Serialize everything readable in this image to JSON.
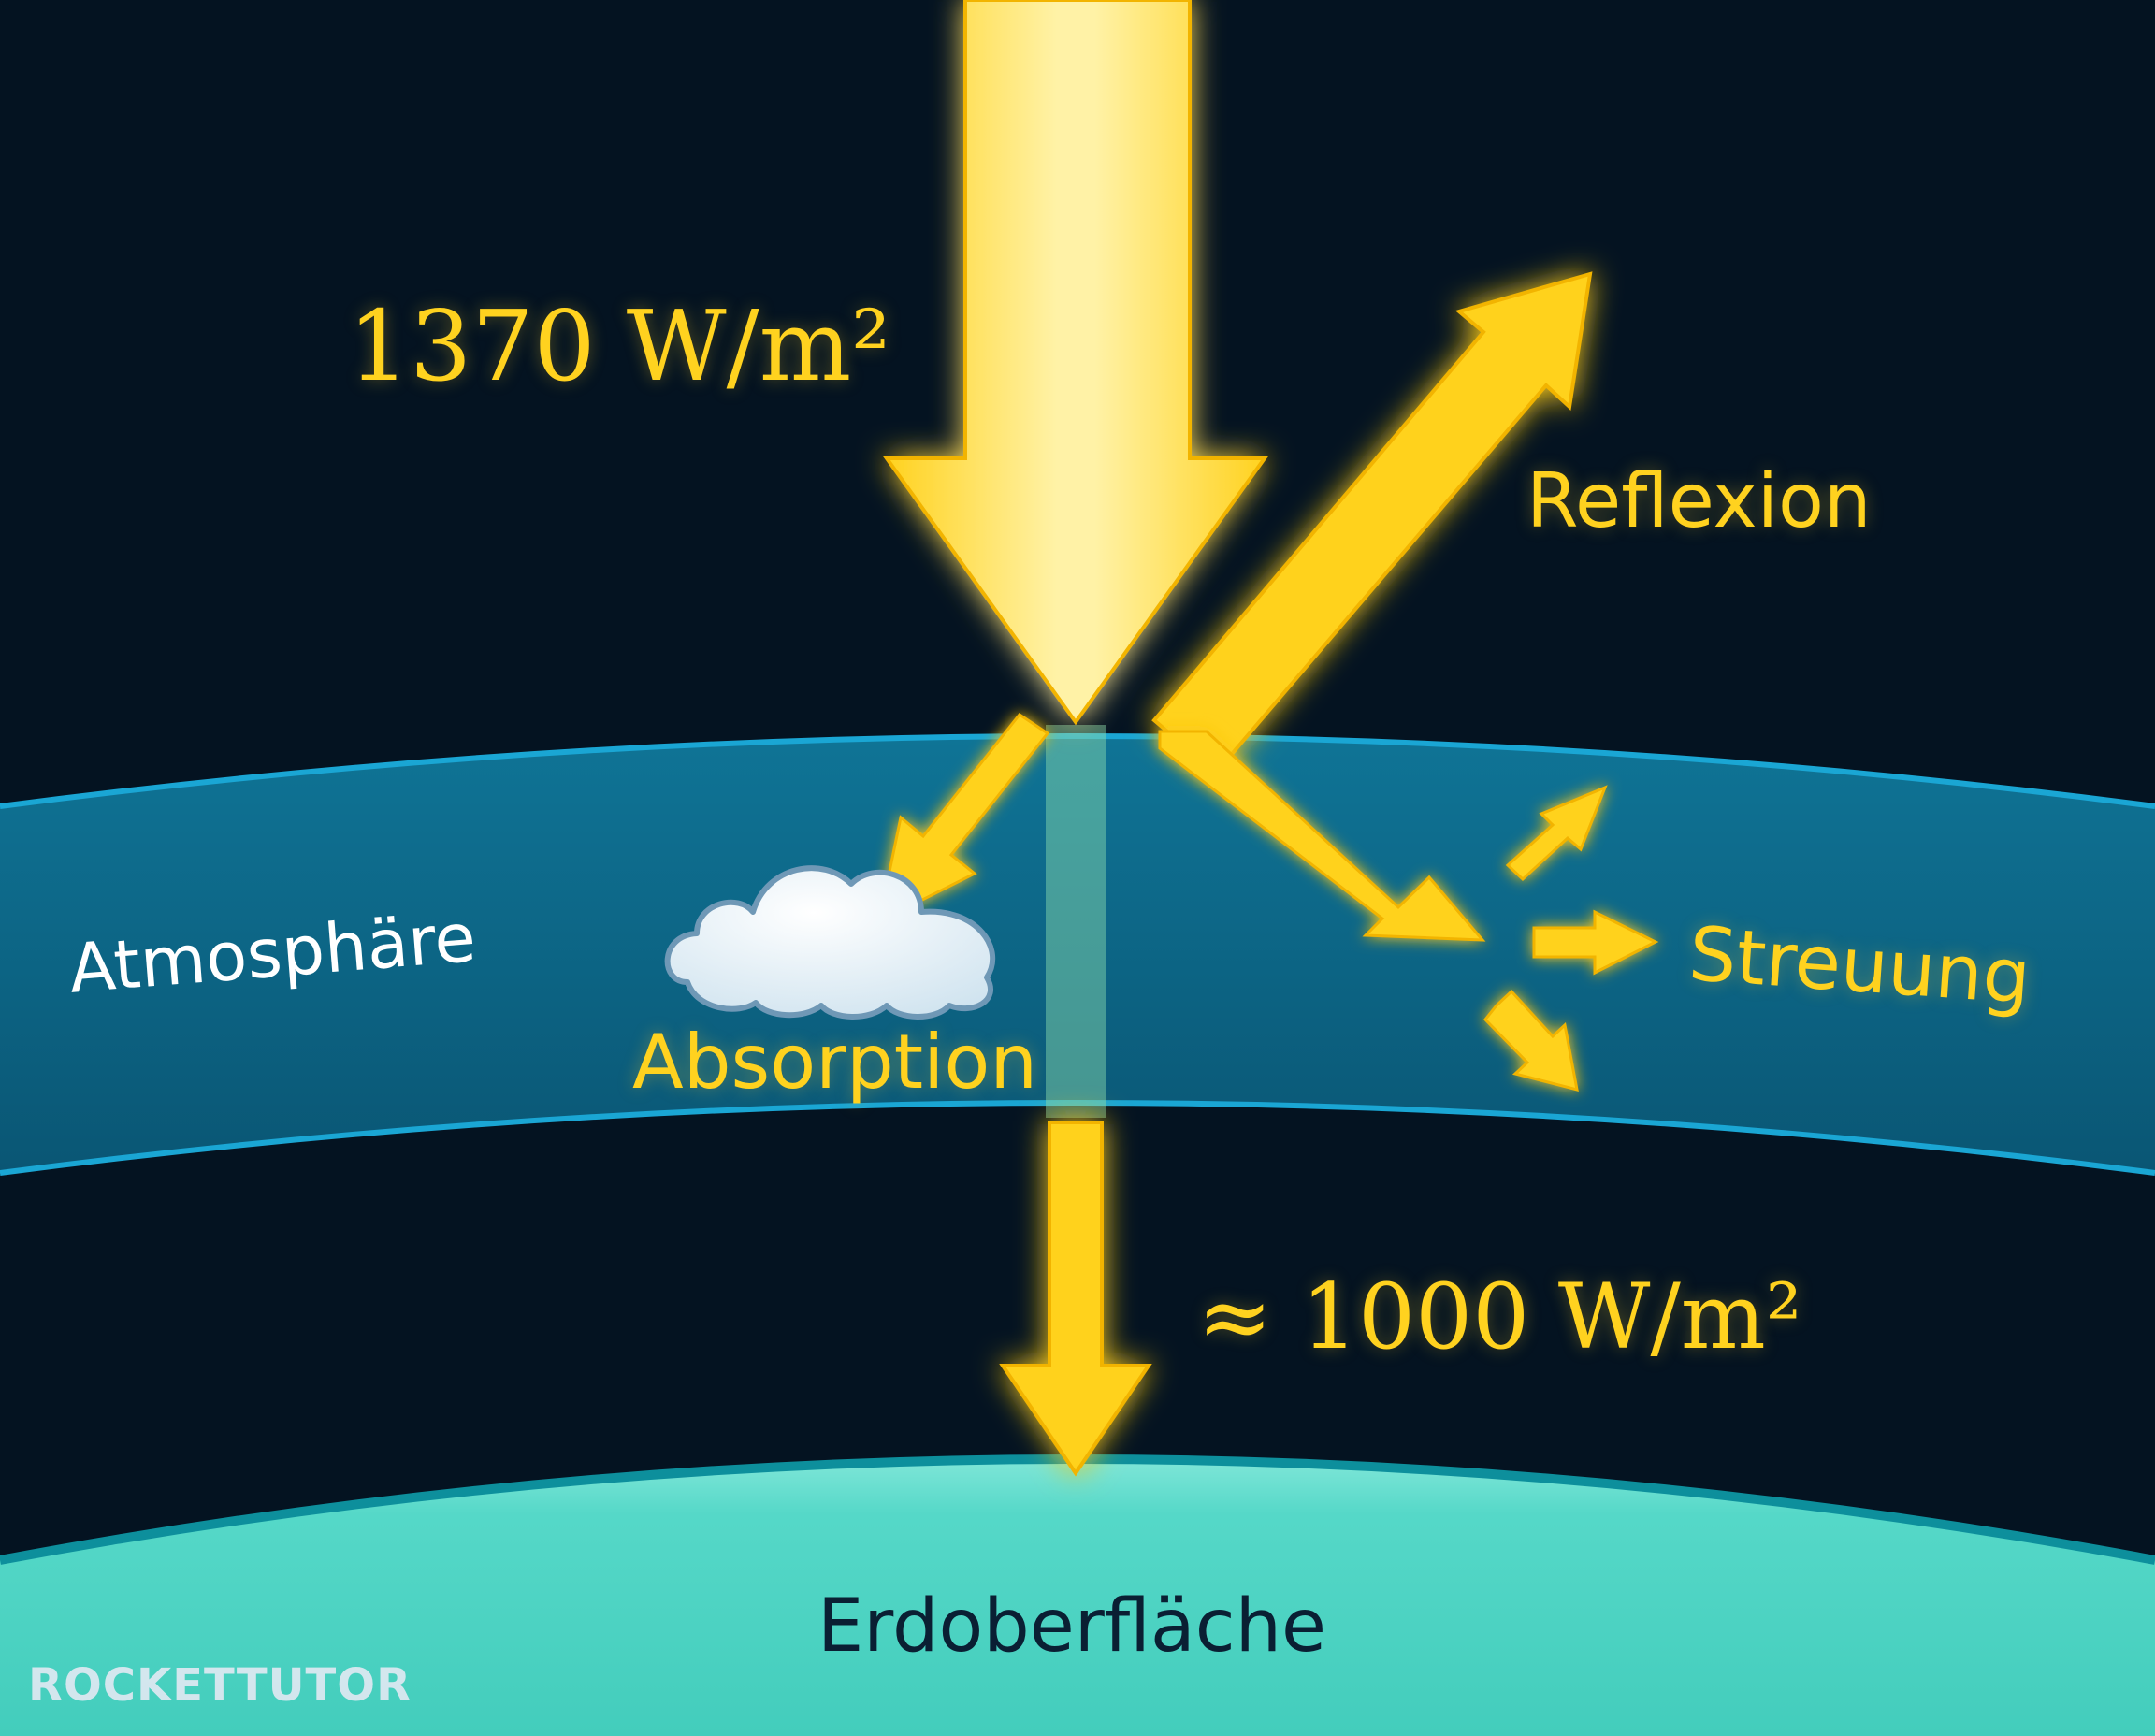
{
  "labels": {
    "incoming_flux": "1370 W/m²",
    "reflection": "Reflexion",
    "absorption": "Absorption",
    "scattering": "Streuung",
    "atmosphere": "Atmosphäre",
    "ground_flux": "≈ 1000 W/m²",
    "surface": "Erdoberfläche"
  },
  "logo": {
    "text": "ROCKETTUTOR"
  },
  "colors": {
    "background": "#041321",
    "atmosphere_band": "#0e6a8a",
    "atmosphere_edge": "#1aa6d4",
    "surface": "#4fd6c6",
    "surface_edge": "#0d8f9c",
    "sunlight": "#ffd21f",
    "sunlight_core": "#fff4b0",
    "label_yellow": "#ffd21f",
    "label_white": "#ffffff",
    "label_dark": "#0a1f33",
    "logo": "#dfe9f2"
  }
}
